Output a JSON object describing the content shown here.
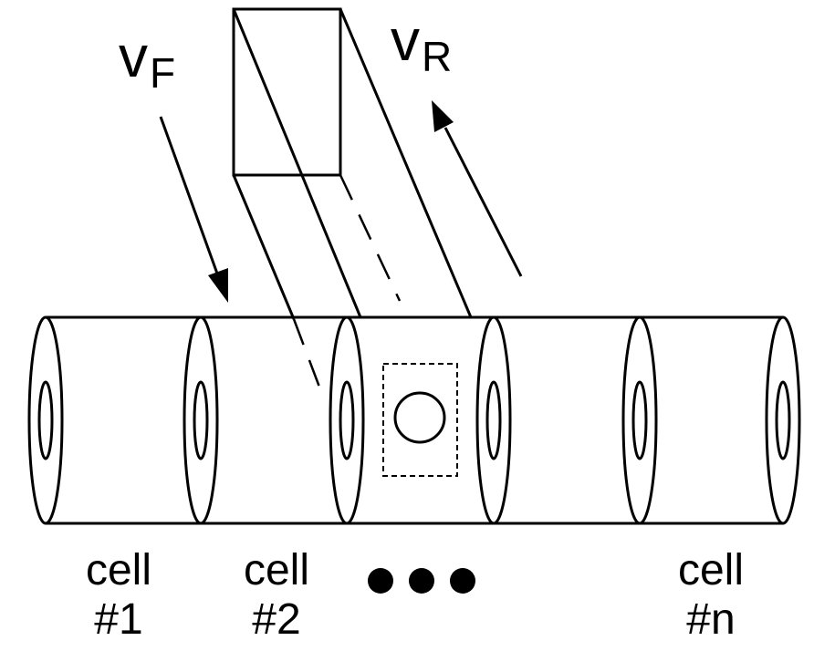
{
  "velocities": {
    "forward": {
      "symbol": "v",
      "subscript": "F"
    },
    "reverse": {
      "symbol": "v",
      "subscript": "R"
    }
  },
  "cells": {
    "first": {
      "word": "cell",
      "number": "#1"
    },
    "second": {
      "word": "cell",
      "number": "#2"
    },
    "last": {
      "word": "cell",
      "number": "#n"
    }
  },
  "ellipsis_dots": 3
}
